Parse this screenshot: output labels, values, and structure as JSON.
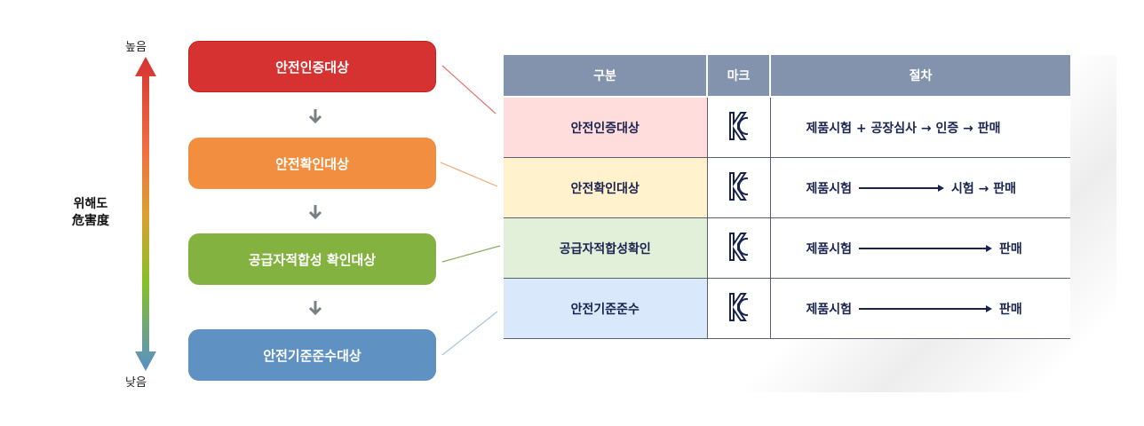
{
  "scale": {
    "high": "높음",
    "low": "낮음",
    "label_ko": "위해도",
    "label_hanja": "危害度"
  },
  "levels": [
    {
      "label": "안전인증대상",
      "color": "#d63232"
    },
    {
      "label": "안전확인대상",
      "color": "#f28e3f"
    },
    {
      "label": "공급자적합성 확인대상",
      "color": "#84b240"
    },
    {
      "label": "안전기준준수대상",
      "color": "#5f92c2"
    }
  ],
  "table": {
    "headers": [
      "구분",
      "마크",
      "절차"
    ],
    "rows": [
      {
        "category": "안전인증대상",
        "bg": "#ffdddd",
        "mark": "KC",
        "procedure": {
          "text": "제품시험 + 공장심사 → 인증 → 판매"
        }
      },
      {
        "category": "안전확인대상",
        "bg": "#fff2cc",
        "mark": "KC",
        "procedure": {
          "left": "제품시험",
          "right": "시험 → 판매"
        }
      },
      {
        "category": "공급자적합성확인",
        "bg": "#e2efd9",
        "mark": "KC",
        "procedure": {
          "left": "제품시험",
          "right": "판매"
        }
      },
      {
        "category": "안전기준준수",
        "bg": "#d9e8fb",
        "mark": "KC",
        "procedure": {
          "left": "제품시험",
          "right": "판매"
        }
      }
    ]
  }
}
